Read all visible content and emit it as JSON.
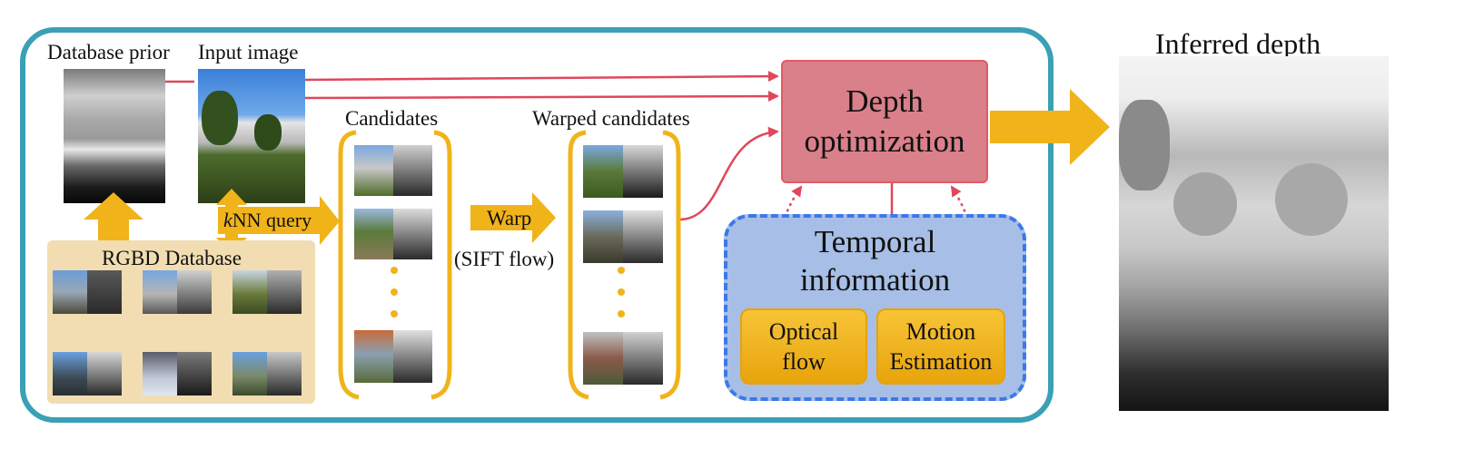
{
  "labels": {
    "database_prior": "Database prior",
    "input_image": "Input image",
    "candidates": "Candidates",
    "warped_candidates": "Warped candidates",
    "knn_query_k": "k",
    "knn_query_rest": "NN query",
    "rgbd_database": "RGBD Database",
    "warp": "Warp",
    "sift_flow": "(SIFT flow)",
    "depth_optimization_line1": "Depth",
    "depth_optimization_line2": "optimization",
    "temporal_line1": "Temporal",
    "temporal_line2": "information",
    "optical_flow_line1": "Optical",
    "optical_flow_line2": "flow",
    "motion_line1": "Motion",
    "motion_line2": "Estimation",
    "inferred_depth": "Inferred depth"
  },
  "colors": {
    "frame": "#3aa0b5",
    "arrow_orange": "#f0b31a",
    "arrow_red": "#e0475a",
    "depth_box": "#d9808a",
    "temporal_box": "#a7bfe6",
    "temporal_border": "#3b78ea",
    "database_bg": "#f1ddb1"
  }
}
